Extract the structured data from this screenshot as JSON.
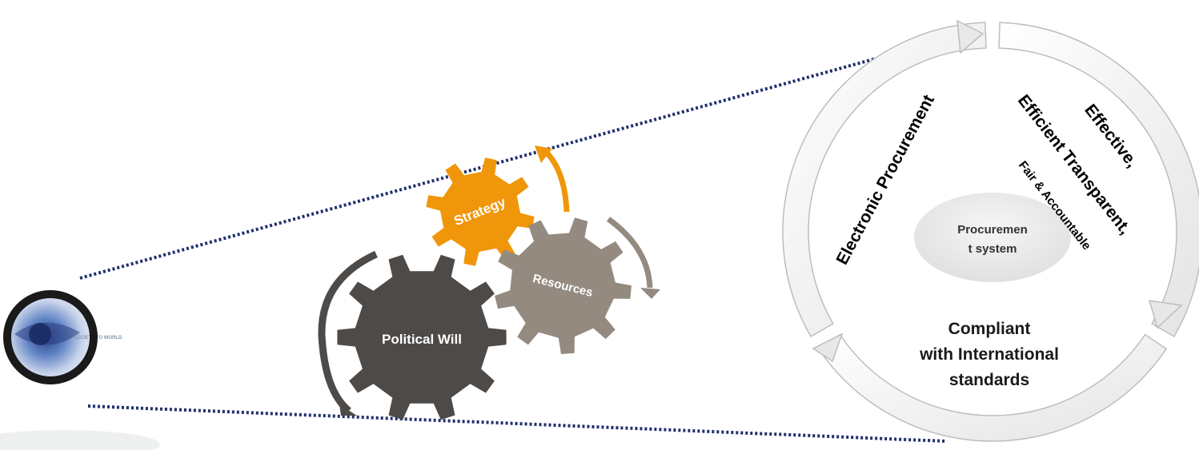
{
  "gears": {
    "strategy": {
      "label": "Strategy",
      "color": "#f0960a"
    },
    "resources": {
      "label": "Resources",
      "color": "#948a80"
    },
    "political_will": {
      "label": "Political Will",
      "color": "#4d4a48"
    }
  },
  "cycle": {
    "center": {
      "line1": "Procuremen",
      "line2": "t system"
    },
    "segment_left": "Electronic Procurement",
    "segment_right": {
      "line1": "Effective,",
      "line2": "Efficient Transparent,",
      "line3": "Fair & Accountable"
    },
    "segment_bottom": {
      "line1": "Compliant",
      "line2": "with  International",
      "line3": "standards"
    }
  },
  "colors": {
    "dotted_line": "#1f2f6b",
    "eye_ring": "#1a1a1a",
    "eye_iris": "#5577bb"
  },
  "icons": {
    "eye": "eye-lens-icon"
  }
}
